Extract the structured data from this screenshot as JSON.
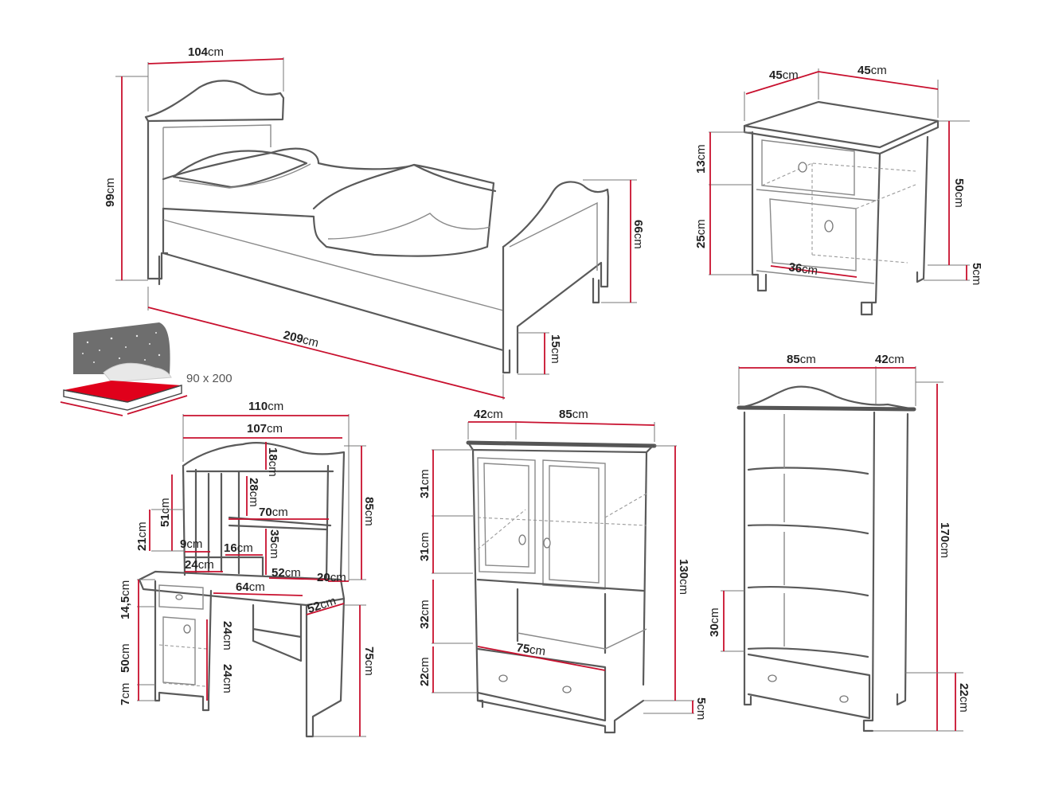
{
  "unit": "cm",
  "colors": {
    "dimension_line": "#c8102e",
    "outline": "#5a5a5a",
    "mattress": "#e0001b",
    "starry_bg": "#6e6e6e"
  },
  "bed": {
    "width": "104",
    "height_headboard": "99",
    "height_footboard": "66",
    "length": "209",
    "leg_clearance": "15"
  },
  "mattress_icon": {
    "size_label": "90 x 200"
  },
  "nightstand": {
    "depth": "45",
    "width": "45",
    "drawer_height": "13",
    "door_height": "25",
    "total_height": "50",
    "inner_width": "36",
    "leg_height": "5"
  },
  "desk": {
    "total_width": "110",
    "top_width": "107",
    "arch_height": "18",
    "shelf_upper": "28",
    "shelf_width": "70",
    "hutch_side": "51",
    "hutch_left": "21",
    "niche_width": "9",
    "niche_width2": "16",
    "compartment_height": "35",
    "small_width": "24",
    "mid_width": "52",
    "hutch_depth": "20",
    "hutch_height": "85",
    "desk_width": "64",
    "desk_depth": "52",
    "drawer_height": "14,5",
    "cabinet_height": "50",
    "inner_shelf_1": "24",
    "inner_shelf_2": "24",
    "leg_height": "7",
    "desk_height": "75"
  },
  "wardrobe": {
    "depth": "42",
    "width": "85",
    "door_upper": "31",
    "door_lower": "31",
    "open_shelf": "32",
    "drawer": "22",
    "total_height": "130",
    "inner_width": "75",
    "leg_height": "5"
  },
  "bookcase": {
    "width": "85",
    "depth": "42",
    "total_height": "170",
    "shelf_spacing": "30",
    "drawer": "22"
  }
}
